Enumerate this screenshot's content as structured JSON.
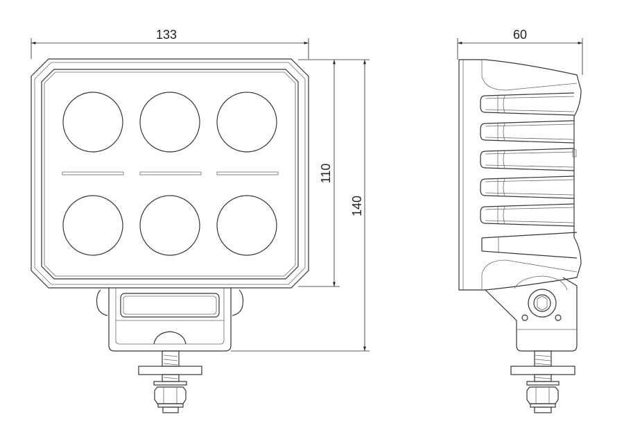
{
  "dimensions": {
    "front_width": "133",
    "side_depth": "60",
    "lens_height": "110",
    "total_height": "140"
  },
  "colors": {
    "line": "#333333",
    "background": "#ffffff"
  }
}
